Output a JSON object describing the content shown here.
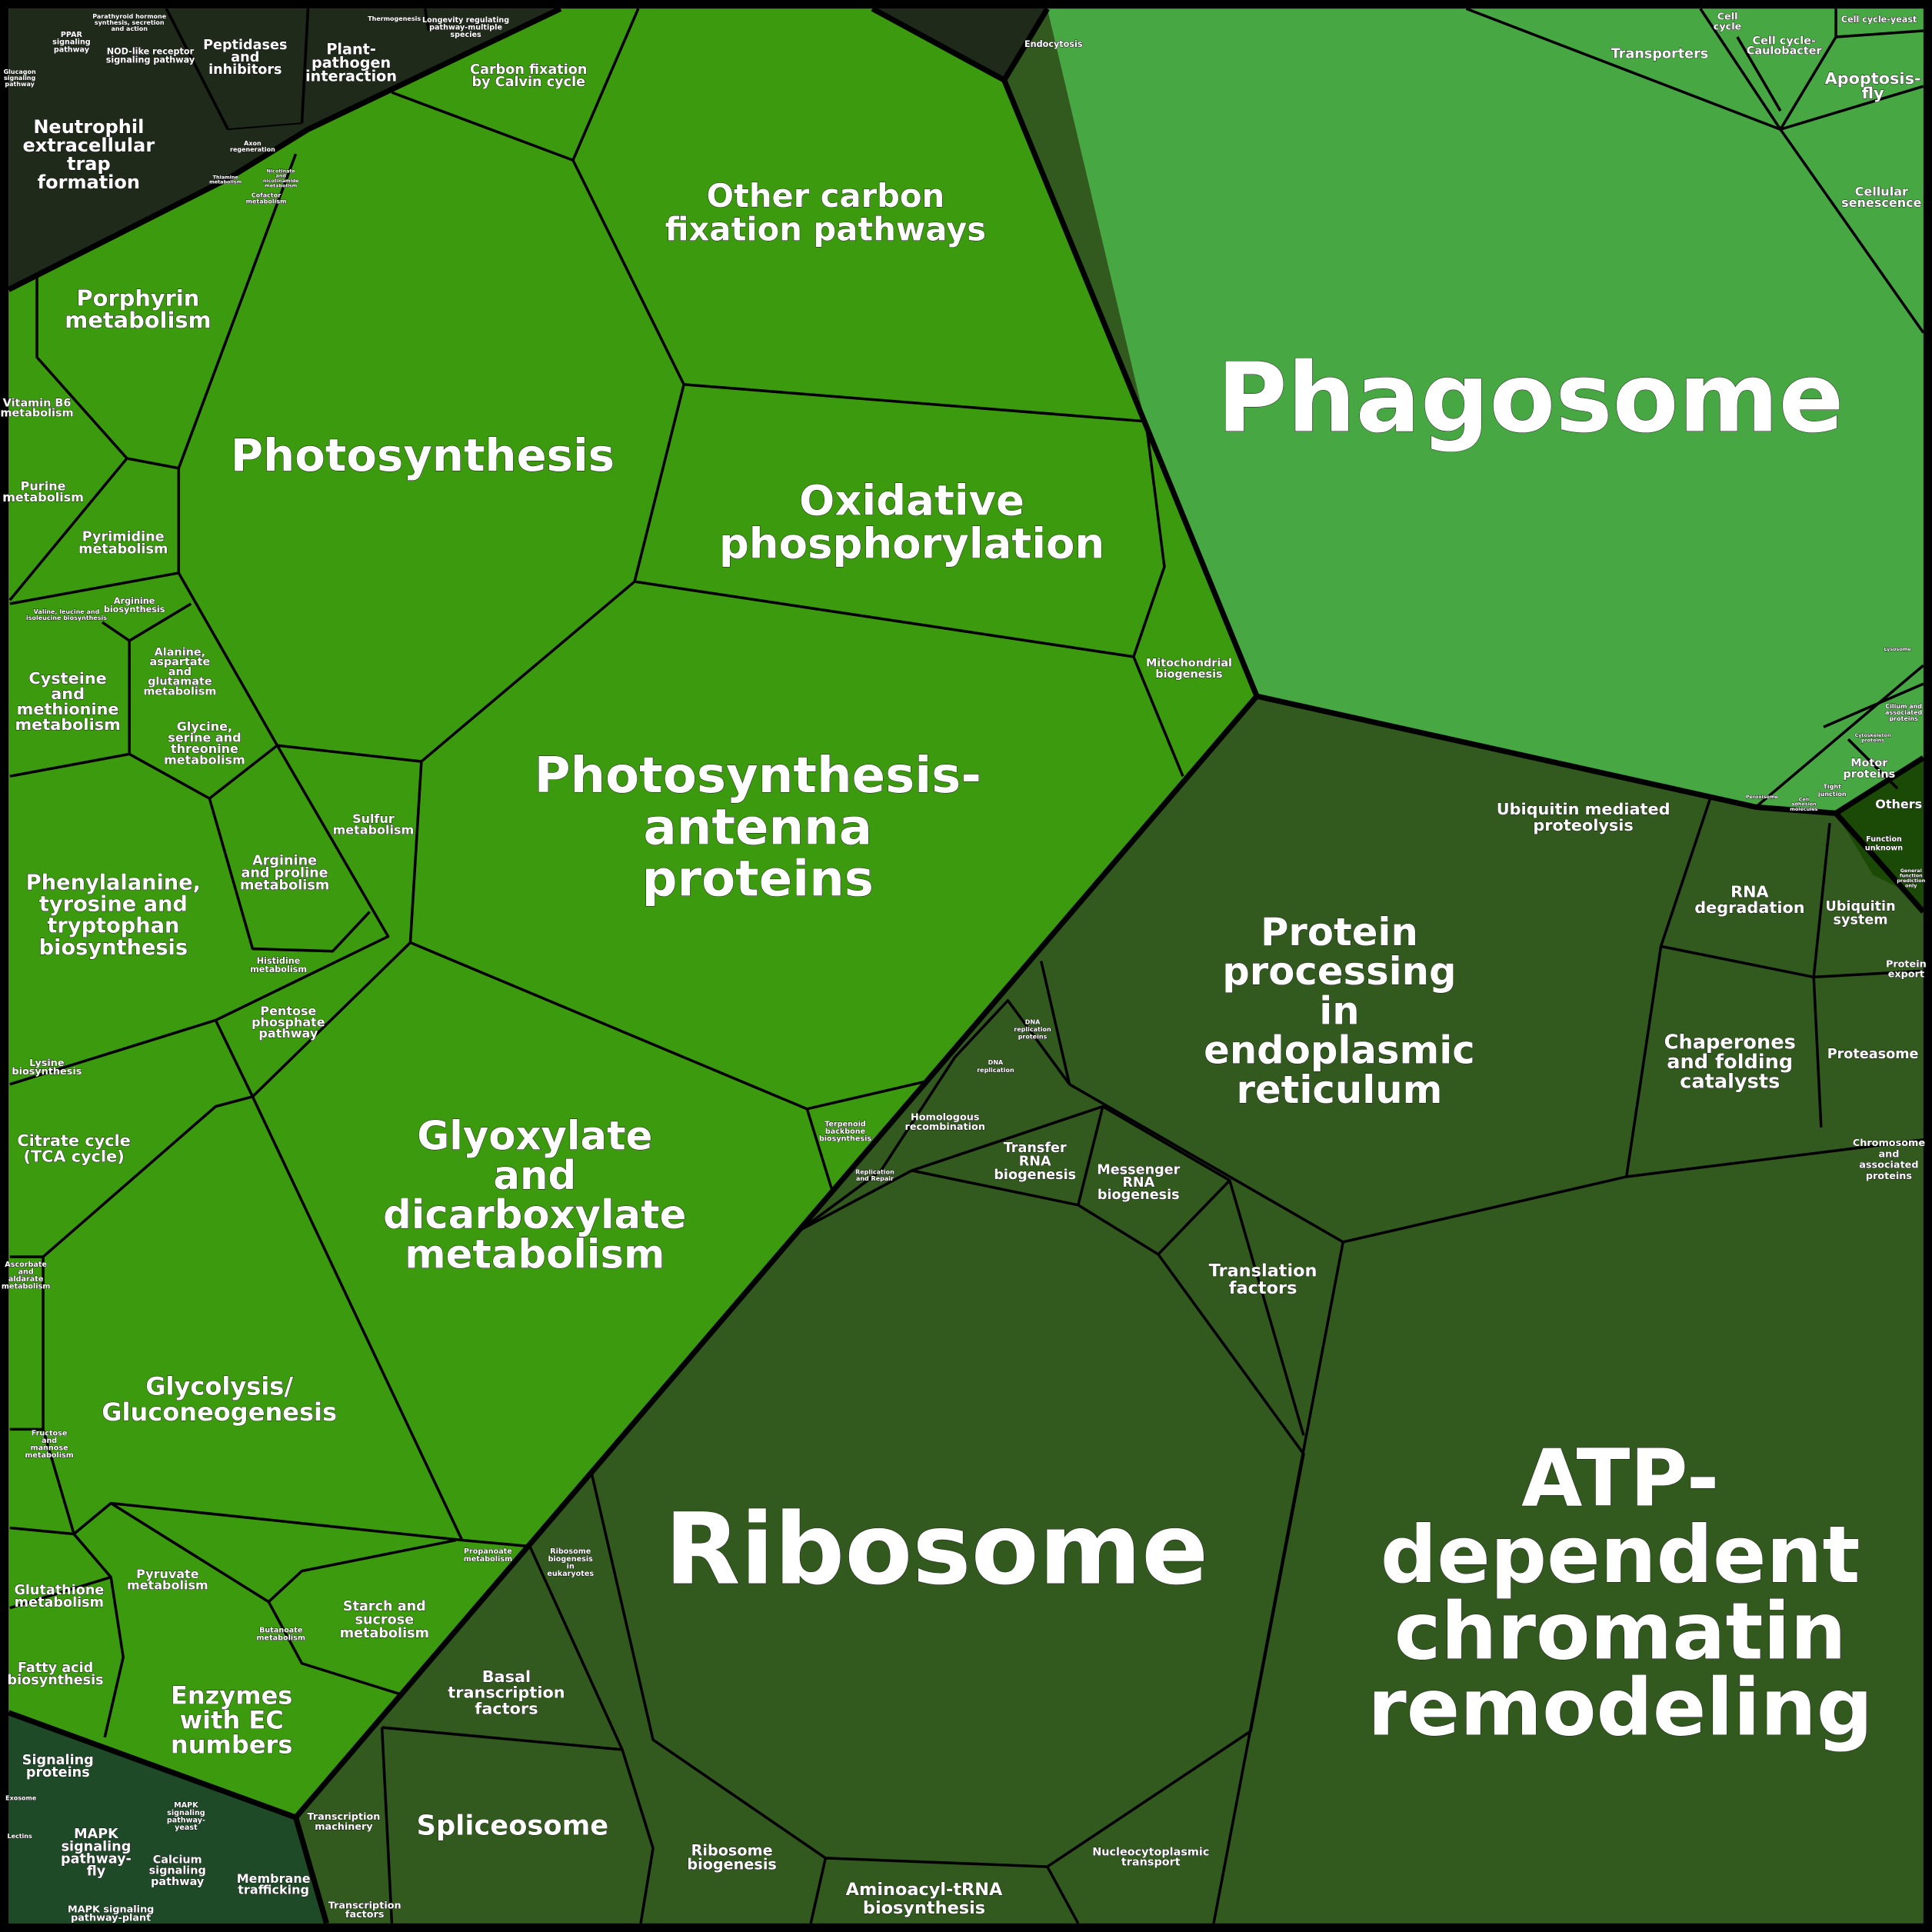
{
  "colors": {
    "metabolism_green": "#3c9a0e",
    "cellular_processes_green": "#47a843",
    "genetic_information_green": "#335a1e",
    "organismal_dark": "#1f2a1a",
    "signaling_green": "#1f4a28",
    "others_green": "#1b4a06"
  },
  "labels": {
    "phagosome": [
      "Phagosome"
    ],
    "ribosome": [
      "Ribosome"
    ],
    "atp": [
      "ATP-",
      "dependent",
      "chromatin",
      "remodeling"
    ],
    "photosynthesis": [
      "Photosynthesis"
    ],
    "antenna": [
      "Photosynthesis-",
      "antenna",
      "proteins"
    ],
    "glyoxylate": [
      "Glyoxylate",
      "and",
      "dicarboxylate",
      "metabolism"
    ],
    "other_carbon": [
      "Other carbon",
      "fixation pathways"
    ],
    "oxidative": [
      "Oxidative",
      "phosphorylation"
    ],
    "protein_processing": [
      "Protein",
      "processing",
      "in",
      "endoplasmic",
      "reticulum"
    ],
    "neutrophil": [
      "Neutrophil",
      "extracellular",
      "trap",
      "formation"
    ],
    "porphyrin": [
      "Porphyrin",
      "metabolism"
    ],
    "glycolysis": [
      "Glycolysis/",
      "Gluconeogenesis"
    ],
    "enzymes": [
      "Enzymes",
      "with EC",
      "numbers"
    ],
    "spliceosome": [
      "Spliceosome"
    ],
    "phenylalanine": [
      "Phenylalanine,",
      "tyrosine and",
      "tryptophan",
      "biosynthesis"
    ],
    "cysteine": [
      "Cysteine",
      "and",
      "methionine",
      "metabolism"
    ],
    "citrate": [
      "Citrate cycle",
      "(TCA cycle)"
    ],
    "peptidases": [
      "Peptidases",
      "and",
      "inhibitors"
    ],
    "plant": [
      "Plant-",
      "pathogen",
      "interaction"
    ],
    "calvin": [
      "Carbon fixation",
      "by Calvin cycle"
    ],
    "transporters": [
      "Transporters"
    ],
    "apoptosis": [
      "Apoptosis-",
      "fly"
    ],
    "cellular_senescence": [
      "Cellular",
      "senescence"
    ],
    "cell_cycle": [
      "Cell",
      "cycle"
    ],
    "cell_cycle_caulobacter": [
      "Cell cycle-",
      "Caulobacter"
    ],
    "cell_cycle_yeast": [
      "Cell cycle-yeast"
    ],
    "endocytosis": [
      "Endocytosis"
    ],
    "ubiquitin_mediated": [
      "Ubiquitin mediated",
      "proteolysis"
    ],
    "rna_degradation": [
      "RNA",
      "degradation"
    ],
    "ubiquitin_system": [
      "Ubiquitin",
      "system"
    ],
    "protein_export": [
      "Protein",
      "export"
    ],
    "chaperones": [
      "Chaperones",
      "and folding",
      "catalysts"
    ],
    "proteasome": [
      "Proteasome"
    ],
    "chromosome": [
      "Chromosome",
      "and",
      "associated",
      "proteins"
    ],
    "others": [
      "Others"
    ],
    "function_unknown": [
      "Function",
      "unknown"
    ],
    "motor": [
      "Motor",
      "proteins"
    ],
    "tight": [
      "Tight",
      "junction"
    ],
    "translation_factors": [
      "Translation",
      "factors"
    ],
    "transfer_rna": [
      "Transfer",
      "RNA",
      "biogenesis"
    ],
    "messenger_rna": [
      "Messenger",
      "RNA",
      "biogenesis"
    ],
    "homologous": [
      "Homologous",
      "recombination"
    ],
    "dna_replication": [
      "DNA",
      "replication"
    ],
    "dna_replication_proteins": [
      "DNA",
      "replication",
      "proteins"
    ],
    "replication_repair": [
      "Replication",
      "and Repair"
    ],
    "terpenoid": [
      "Terpenoid",
      "backbone",
      "biosynthesis"
    ],
    "mito": [
      "Mitochondrial",
      "biogenesis"
    ],
    "basal": [
      "Basal",
      "transcription",
      "factors"
    ],
    "ribosome_biogenesis_euk": [
      "Ribosome",
      "biogenesis",
      "in",
      "eukaryotes"
    ],
    "ribosome_biogenesis": [
      "Ribosome",
      "biogenesis"
    ],
    "aminoacyl": [
      "Aminoacyl-tRNA",
      "biosynthesis"
    ],
    "nucleocyto": [
      "Nucleocytoplasmic",
      "transport"
    ],
    "transcription_machinery": [
      "Transcription",
      "machinery"
    ],
    "transcription_factors": [
      "Transcription",
      "factors"
    ],
    "membrane_trafficking": [
      "Membrane",
      "trafficking"
    ],
    "signaling_proteins": [
      "Signaling",
      "proteins"
    ],
    "mapk_fly": [
      "MAPK",
      "signaling",
      "pathway-",
      "fly"
    ],
    "mapk_plant": [
      "MAPK signaling",
      "pathway-plant"
    ],
    "calcium": [
      "Calcium",
      "signaling",
      "pathway"
    ],
    "mapk_yeast": [
      "MAPK",
      "signaling",
      "pathway-",
      "yeast"
    ],
    "fatty_acid": [
      "Fatty acid",
      "biosynthesis"
    ],
    "glutathione": [
      "Glutathione",
      "metabolism"
    ],
    "pyruvate": [
      "Pyruvate",
      "metabolism"
    ],
    "starch": [
      "Starch and",
      "sucrose",
      "metabolism"
    ],
    "butanoate": [
      "Butanoate",
      "metabolism"
    ],
    "propanoate": [
      "Propanoate",
      "metabolism"
    ],
    "pentose": [
      "Pentose",
      "phosphate",
      "pathway"
    ],
    "histidine": [
      "Histidine",
      "metabolism"
    ],
    "arginine_proline": [
      "Arginine",
      "and proline",
      "metabolism"
    ],
    "sulfur": [
      "Sulfur",
      "metabolism"
    ],
    "lysine": [
      "Lysine",
      "biosynthesis"
    ],
    "glycine": [
      "Glycine,",
      "serine and",
      "threonine",
      "metabolism"
    ],
    "alanine": [
      "Alanine,",
      "aspartate",
      "and",
      "glutamate",
      "metabolism"
    ],
    "arginine_biosynthesis": [
      "Arginine",
      "biosynthesis"
    ],
    "valine": [
      "Valine, leucine and",
      "isoleucine biosynthesis"
    ],
    "pyrimidine": [
      "Pyrimidine",
      "metabolism"
    ],
    "purine": [
      "Purine",
      "metabolism"
    ],
    "vitamin_b6": [
      "Vitamin B6",
      "metabolism"
    ],
    "nod": [
      "NOD-like receptor",
      "signaling pathway"
    ],
    "thermogenesis": [
      "Thermogenesis"
    ],
    "longevity": [
      "Longevity regulating",
      "pathway-multiple",
      "species"
    ],
    "ppar": [
      "PPAR",
      "signaling",
      "pathway"
    ],
    "glucagon": [
      "Glucagon",
      "signaling",
      "pathway"
    ],
    "parathyroid": [
      "Parathyroid hormone",
      "synthesis, secretion",
      "and action"
    ],
    "axon": [
      "Axon",
      "regeneration"
    ],
    "cofactor": [
      "Cofactor",
      "metabolism"
    ],
    "thiamine": [
      "Thiamine",
      "metabolism"
    ],
    "nicotinate": [
      "Nicotinate",
      "and",
      "nicotinamide",
      "metabolism"
    ],
    "fructose": [
      "Fructose",
      "and",
      "mannose",
      "metabolism"
    ],
    "ascorbate": [
      "Ascorbate",
      "and",
      "aldarate",
      "metabolism"
    ],
    "exosome": [
      "Exosome"
    ],
    "lectins": [
      "Lectins"
    ],
    "cilium": [
      "Cilium and",
      "associated",
      "proteins"
    ],
    "cytoskeleton": [
      "Cytoskeleton",
      "proteins"
    ],
    "lysosome": [
      "Lysosome"
    ],
    "peroxisome": [
      "Peroxisome"
    ],
    "cell_adhesion": [
      "Cell",
      "adhesion",
      "molecules"
    ],
    "general_function": [
      "General",
      "function",
      "prediction",
      "only"
    ]
  }
}
